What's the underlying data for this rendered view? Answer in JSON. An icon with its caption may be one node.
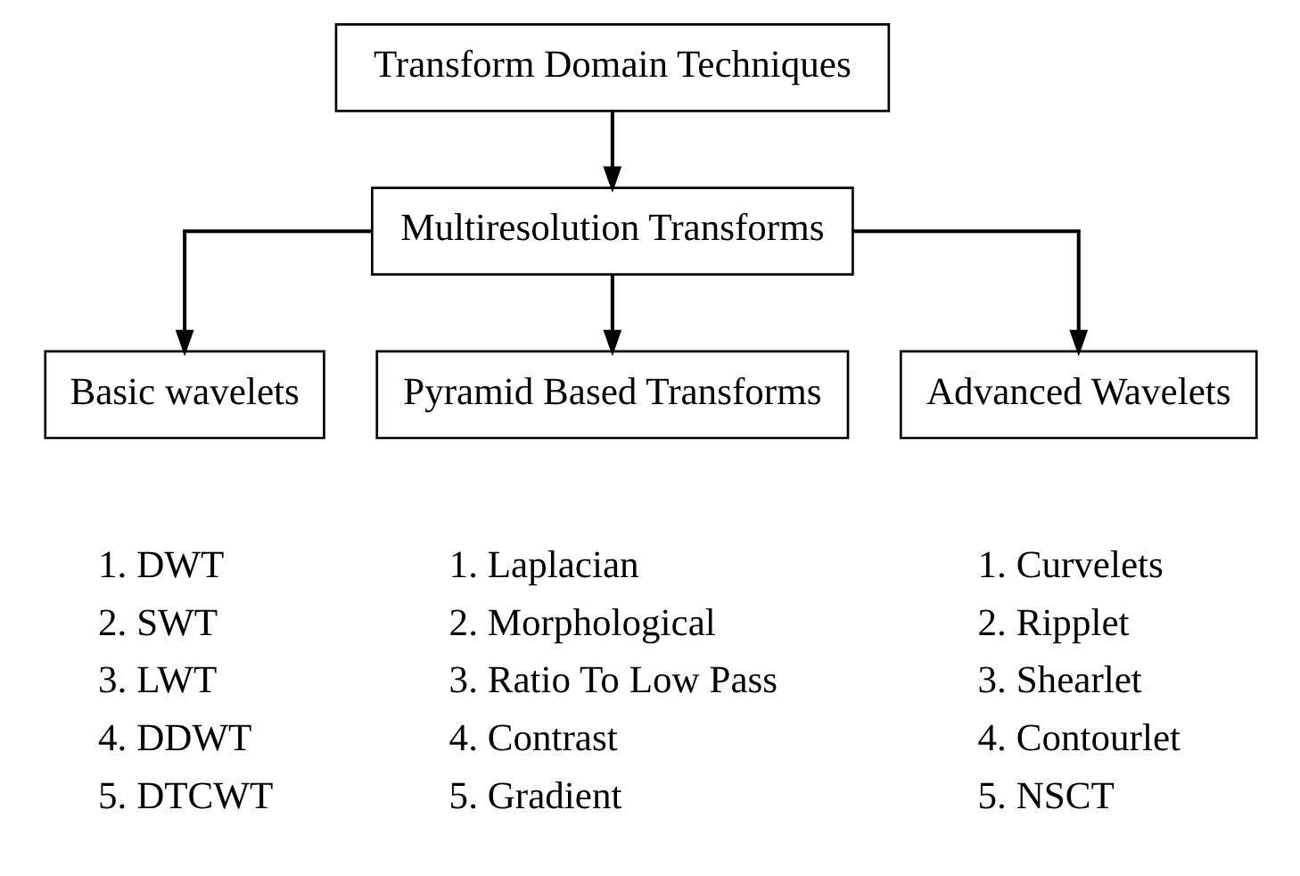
{
  "diagram": {
    "nodes": [
      {
        "text": [
          "Transform Domain Techniques"
        ]
      },
      {
        "text": [
          "Multiresolution Transforms"
        ]
      },
      {
        "text": [
          "Basic wavelets"
        ],
        "beside": [
          "1. DWT",
          "2. SWT",
          "3. LWT",
          "4. DDWT",
          "5. DTCWT"
        ]
      },
      {
        "text": [
          "Pyramid Based Transforms"
        ],
        "beside": [
          "1. Laplacian",
          "2. Morphological",
          "3. Ratio To Low Pass",
          "4. Contrast",
          "5. Gradient"
        ]
      },
      {
        "text": [
          "Advanced Wavelets"
        ],
        "beside": [
          "1. Curvelets",
          "2. Ripplet",
          "3. Shearlet",
          "4. Contourlet",
          "5. NSCT"
        ]
      }
    ],
    "edges": [
      {
        "from": 0,
        "to": 1,
        "arrow": "to"
      },
      {
        "from": 1,
        "to": 2,
        "arrow": "to"
      },
      {
        "from": 1,
        "to": 3,
        "arrow": "to"
      },
      {
        "from": 1,
        "to": 4,
        "arrow": "to"
      }
    ]
  }
}
